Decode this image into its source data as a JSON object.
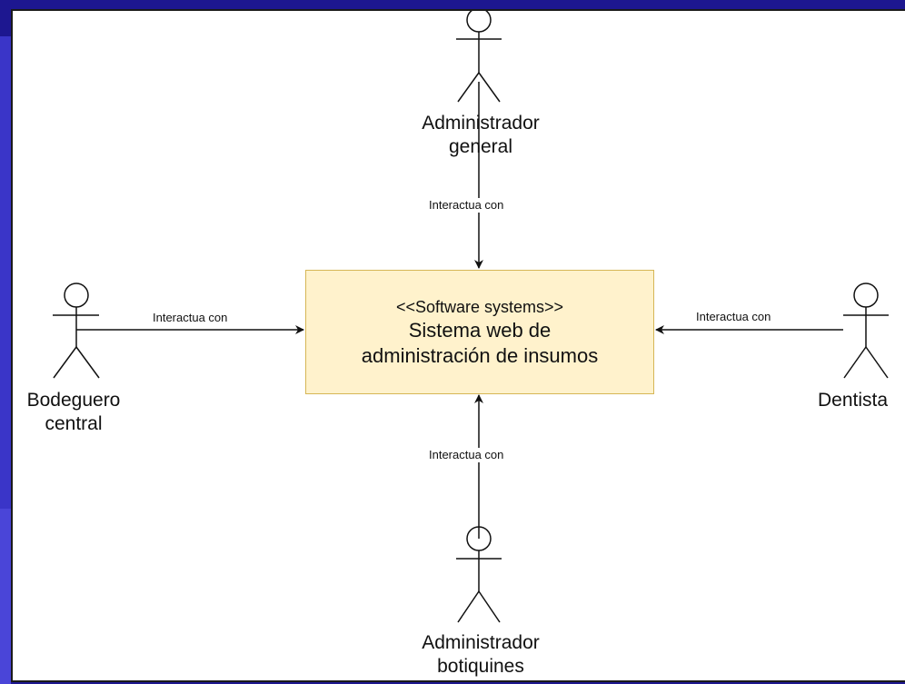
{
  "system": {
    "stereotype": "<<Software systems>>",
    "name_line1": "Sistema web de",
    "name_line2": "administración de insumos",
    "fill": "#fff2cc",
    "stroke": "#d6b656"
  },
  "actors": {
    "top": {
      "line1": "Administrador",
      "line2": "general"
    },
    "left": {
      "line1": "Bodeguero",
      "line2": "central"
    },
    "right": {
      "line1": "Dentista"
    },
    "bottom": {
      "line1": "Administrador",
      "line2": "botiquines"
    }
  },
  "edges": {
    "top": "Interactua con",
    "left": "Interactua con",
    "right": "Interactua con",
    "bottom": "Interactua con"
  },
  "colors": {
    "background": "#1d1790",
    "accent": "#3a35c8"
  }
}
